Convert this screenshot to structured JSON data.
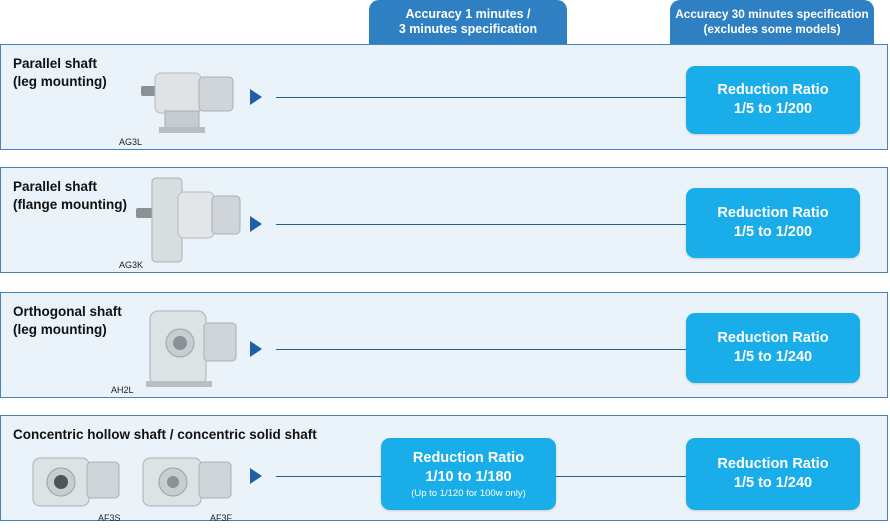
{
  "headers": {
    "accuracy_1": [
      "Accuracy 1 minutes /",
      "3 minutes specification"
    ],
    "accuracy_30": [
      "Accuracy 30 minutes specification",
      "(excludes some models)"
    ]
  },
  "rows": [
    {
      "title": [
        "Parallel shaft",
        "(leg mounting)"
      ],
      "models": [
        "AG3L"
      ],
      "ratio_30": {
        "label": "Reduction Ratio",
        "value": "1/5 to 1/200"
      }
    },
    {
      "title": [
        "Parallel shaft",
        "(flange mounting)"
      ],
      "models": [
        "AG3K"
      ],
      "ratio_30": {
        "label": "Reduction Ratio",
        "value": "1/5 to 1/200"
      }
    },
    {
      "title": [
        "Orthogonal shaft",
        "(leg mounting)"
      ],
      "models": [
        "AH2L"
      ],
      "ratio_30": {
        "label": "Reduction Ratio",
        "value": "1/5 to 1/240"
      }
    },
    {
      "title": [
        "Concentric hollow shaft / concentric solid shaft"
      ],
      "models": [
        "AF3S",
        "AF3F"
      ],
      "ratio_1": {
        "label": "Reduction Ratio",
        "value": "1/10 to 1/180",
        "note": "(Up to 1/120 for 100w only)"
      },
      "ratio_30": {
        "label": "Reduction Ratio",
        "value": "1/5 to 1/240"
      }
    }
  ],
  "colors": {
    "header": "#2f7fc3",
    "row_bg": "#eaf3fa",
    "row_border": "#4b83b6",
    "ratio_box": "#19adea",
    "arrow": "#1f5fa8"
  },
  "icons": [
    "gear-reducer-icon",
    "triangle-right-icon"
  ]
}
